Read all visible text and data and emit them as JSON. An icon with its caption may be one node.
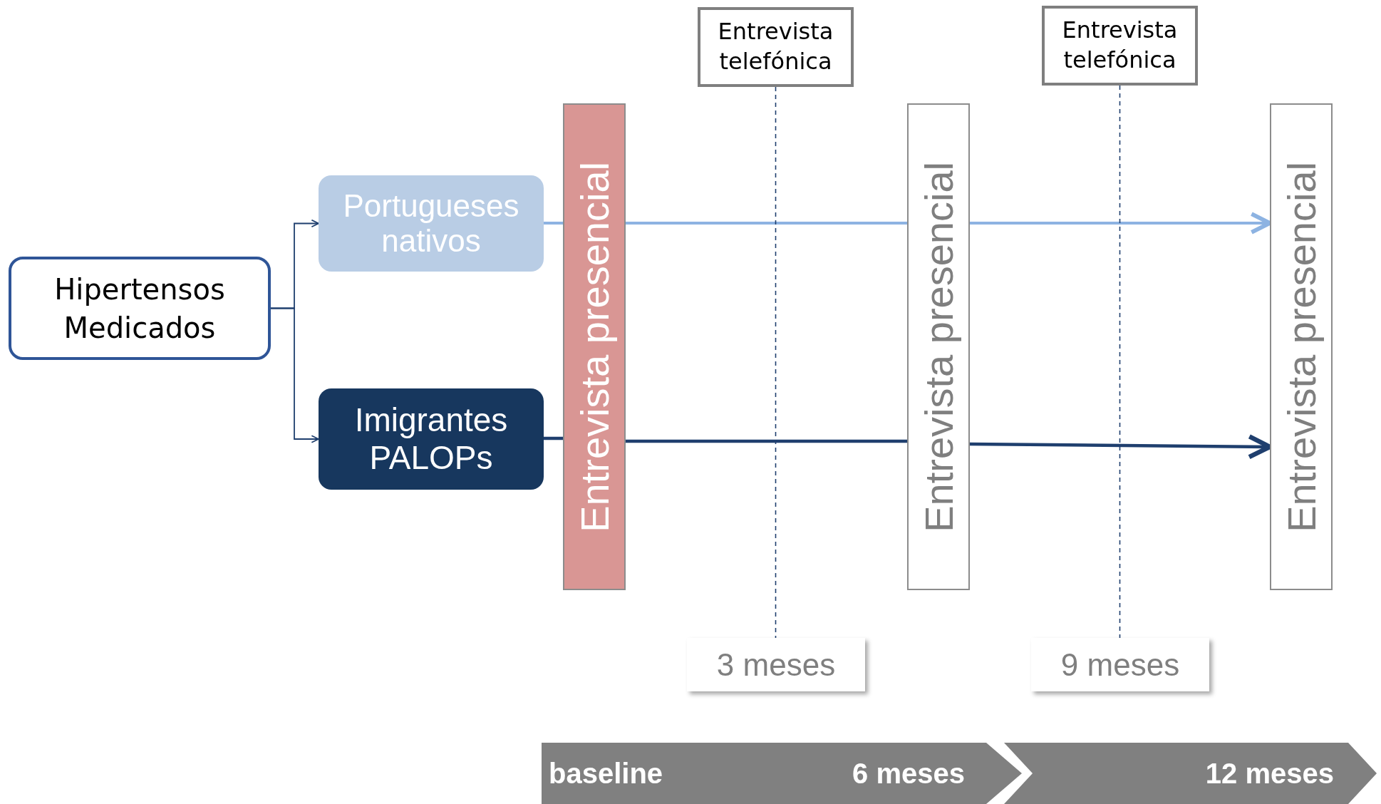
{
  "diagram": {
    "nodes": [
      {
        "text": [
          "Hipertensos Medicados"
        ]
      },
      {
        "text": [
          "Portugueses nativos"
        ]
      },
      {
        "text": [
          "Imigrantes PALOPs"
        ]
      },
      {
        "text": [
          "Entrevista presencial"
        ]
      },
      {
        "text": [
          "Entrevista presencial"
        ]
      },
      {
        "text": [
          "Entrevista presencial"
        ]
      },
      {
        "text": [
          "Entrevista telefónica"
        ]
      },
      {
        "text": [
          "3 meses"
        ]
      },
      {
        "text": [
          "Entrevista telefónica"
        ]
      },
      {
        "text": [
          "9 meses"
        ]
      },
      {
        "text": [
          "baseline",
          "6 meses"
        ]
      },
      {
        "text": [
          "12 meses"
        ]
      }
    ],
    "edges": [
      {
        "from": 0,
        "to": 1,
        "arrow": "to"
      },
      {
        "from": 0,
        "to": 2,
        "arrow": "to"
      },
      {
        "from": 1,
        "to": 3,
        "arrow": "none",
        "color": "#8db3e2"
      },
      {
        "from": 3,
        "to": 4,
        "arrow": "none",
        "color": "#8db3e2"
      },
      {
        "from": 4,
        "to": 5,
        "arrow": "to",
        "color": "#8db3e2"
      },
      {
        "from": 2,
        "to": 3,
        "arrow": "none"
      },
      {
        "from": 3,
        "to": 4,
        "arrow": "none"
      },
      {
        "from": 4,
        "to": 5,
        "arrow": "to"
      },
      {
        "from": 6,
        "to": 7,
        "arrow": "none",
        "style": "dashed"
      },
      {
        "from": 8,
        "to": 9,
        "arrow": "none",
        "style": "dashed"
      }
    ]
  }
}
